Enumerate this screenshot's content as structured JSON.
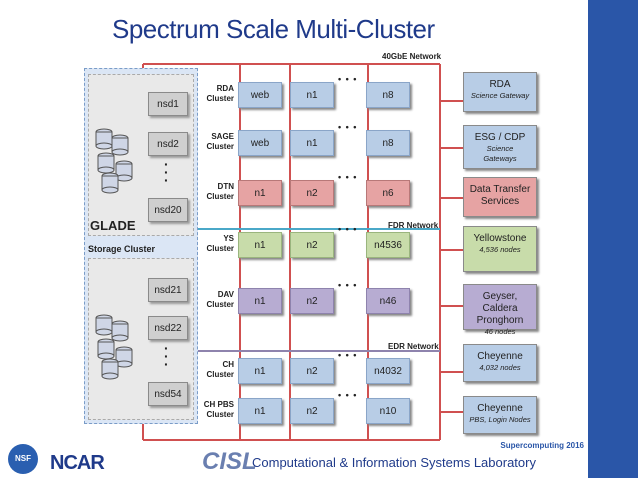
{
  "title": "Spectrum Scale Multi-Cluster",
  "networks": {
    "gbe40": "40GbE Network",
    "fdr": "FDR Network",
    "edr": "EDR Network"
  },
  "storage": {
    "glade_label": "GLADE",
    "storage_cluster_label": "Storage Cluster",
    "nsd_top": [
      "nsd1",
      "nsd2",
      "nsd20"
    ],
    "nsd_bottom": [
      "nsd21",
      "nsd22",
      "nsd54"
    ]
  },
  "clusters": [
    {
      "label": "RDA\nCluster",
      "nodes": [
        "web",
        "n1",
        "n8"
      ],
      "color": "blue"
    },
    {
      "label": "SAGE\nCluster",
      "nodes": [
        "web",
        "n1",
        "n8"
      ],
      "color": "blue"
    },
    {
      "label": "DTN\nCluster",
      "nodes": [
        "n1",
        "n2",
        "n6"
      ],
      "color": "pink"
    },
    {
      "label": "YS\nCluster",
      "nodes": [
        "n1",
        "n2",
        "n4536"
      ],
      "color": "green"
    },
    {
      "label": "DAV\nCluster",
      "nodes": [
        "n1",
        "n2",
        "n46"
      ],
      "color": "purple"
    },
    {
      "label": "CH\nCluster",
      "nodes": [
        "n1",
        "n2",
        "n4032"
      ],
      "color": "blue"
    },
    {
      "label": "CH PBS\nCluster",
      "nodes": [
        "n1",
        "n2",
        "n10"
      ],
      "color": "blue"
    }
  ],
  "side_boxes": [
    {
      "title": "RDA",
      "sub": "Science Gateway",
      "color": "#b8cde6"
    },
    {
      "title": "ESG / CDP",
      "sub": "Science\nGateways",
      "color": "#b8cde6"
    },
    {
      "title": "Data Transfer\nServices",
      "sub": "",
      "color": "#e6a3a3"
    },
    {
      "title": "Yellowstone",
      "sub": "4,536 nodes",
      "color": "#c8dcaa"
    },
    {
      "title": "Geyser, Caldera\nPronghorn",
      "sub": "46 nodes",
      "color": "#b7acd2"
    },
    {
      "title": "Cheyenne",
      "sub": "4,032 nodes",
      "color": "#b8cde6"
    },
    {
      "title": "Cheyenne",
      "sub": "PBS, Login Nodes",
      "color": "#b8cde6"
    }
  ],
  "footer": {
    "event": "Supercomputing 2016",
    "ncar": "NCAR",
    "nsf": "NSF",
    "cisl": "CISL",
    "cisl_full": "Computational & Information Systems Laboratory"
  },
  "colors": {
    "gbe40_line": "#d05050",
    "fdr_line": "#4aa8c8",
    "edr_line": "#8e83ad",
    "accent": "#2a56a8"
  }
}
